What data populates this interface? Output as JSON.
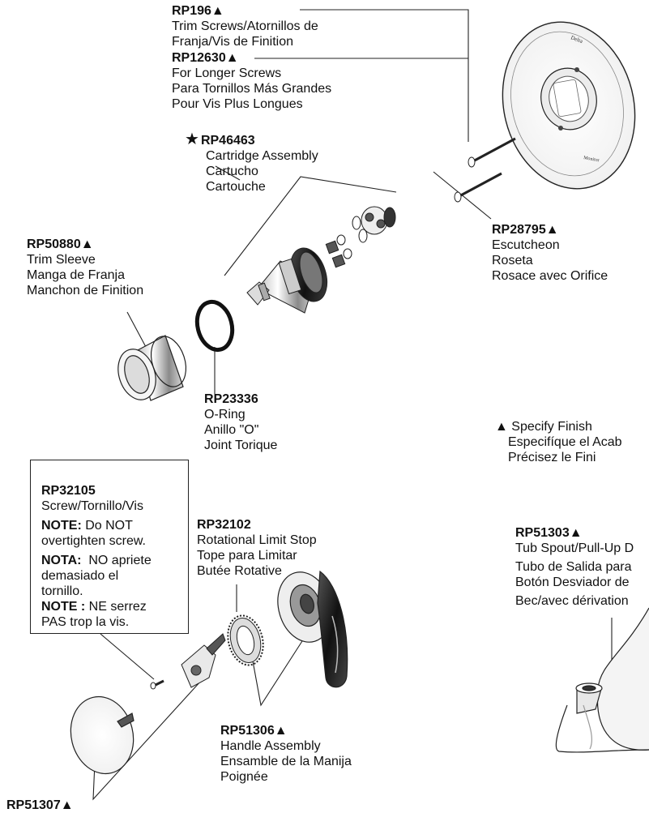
{
  "parts": {
    "rp196": {
      "number": "RP196▲",
      "lines": [
        "Trim Screws/Atornillos de",
        "Franja/Vis de Finition"
      ]
    },
    "rp12630": {
      "number": "RP12630▲",
      "lines": [
        "For Longer Screws",
        "Para Tornillos Más Grandes",
        "Pour Vis Plus Longues"
      ]
    },
    "rp46463": {
      "star": "★",
      "number": "RP46463",
      "lines": [
        "Cartridge Assembly",
        "Cartucho",
        "Cartouche"
      ]
    },
    "rp50880": {
      "number": "RP50880▲",
      "lines": [
        "Trim Sleeve",
        "Manga de Franja",
        "Manchon de Finition"
      ]
    },
    "rp28795": {
      "number": "RP28795▲",
      "lines": [
        "Escutcheon",
        "Roseta",
        "Rosace avec Orifice"
      ]
    },
    "rp23336": {
      "number": "RP23336",
      "lines": [
        "O-Ring",
        "Anillo \"O\"",
        "Joint Torique"
      ]
    },
    "rp32102": {
      "number": "RP32102",
      "lines": [
        "Rotational Limit Stop",
        "Tope para Limitar",
        "Butée Rotative"
      ]
    },
    "rp51303": {
      "number": "RP51303▲",
      "lines": [
        "Tub Spout/Pull-Up D",
        "Tubo de Salida para",
        "Botón Desviador de",
        "Bec/avec dérivation"
      ]
    },
    "rp51306": {
      "number": "RP51306▲",
      "lines": [
        "Handle Assembly",
        "Ensamble de la Manija",
        "Poignée"
      ]
    },
    "rp51307": {
      "number": "RP51307▲"
    }
  },
  "specify_finish": [
    "▲ Specify Finish",
    "Especifíque el Acab",
    "Précisez le Fini"
  ],
  "note_box": {
    "number": "RP32105",
    "title": "Screw/Tornillo/Vis",
    "note_en_label": "NOTE:",
    "note_en_text": " Do NOT",
    "note_en_line2": "overtighten screw.",
    "note_es_label": "NOTA:",
    "note_es_text": "  NO apriete",
    "note_es_line2": "demasiado el",
    "note_es_line3": "tornillo.",
    "note_fr_label": "NOTE :",
    "note_fr_text": " NE serrez",
    "note_fr_line2": "PAS trop la vis."
  },
  "escutcheon_marks": [
    "Delta",
    "Monitor"
  ],
  "colors": {
    "ink": "#111111",
    "line": "#222222",
    "shade": "#9a9a9a",
    "light": "#d8d8d8"
  }
}
